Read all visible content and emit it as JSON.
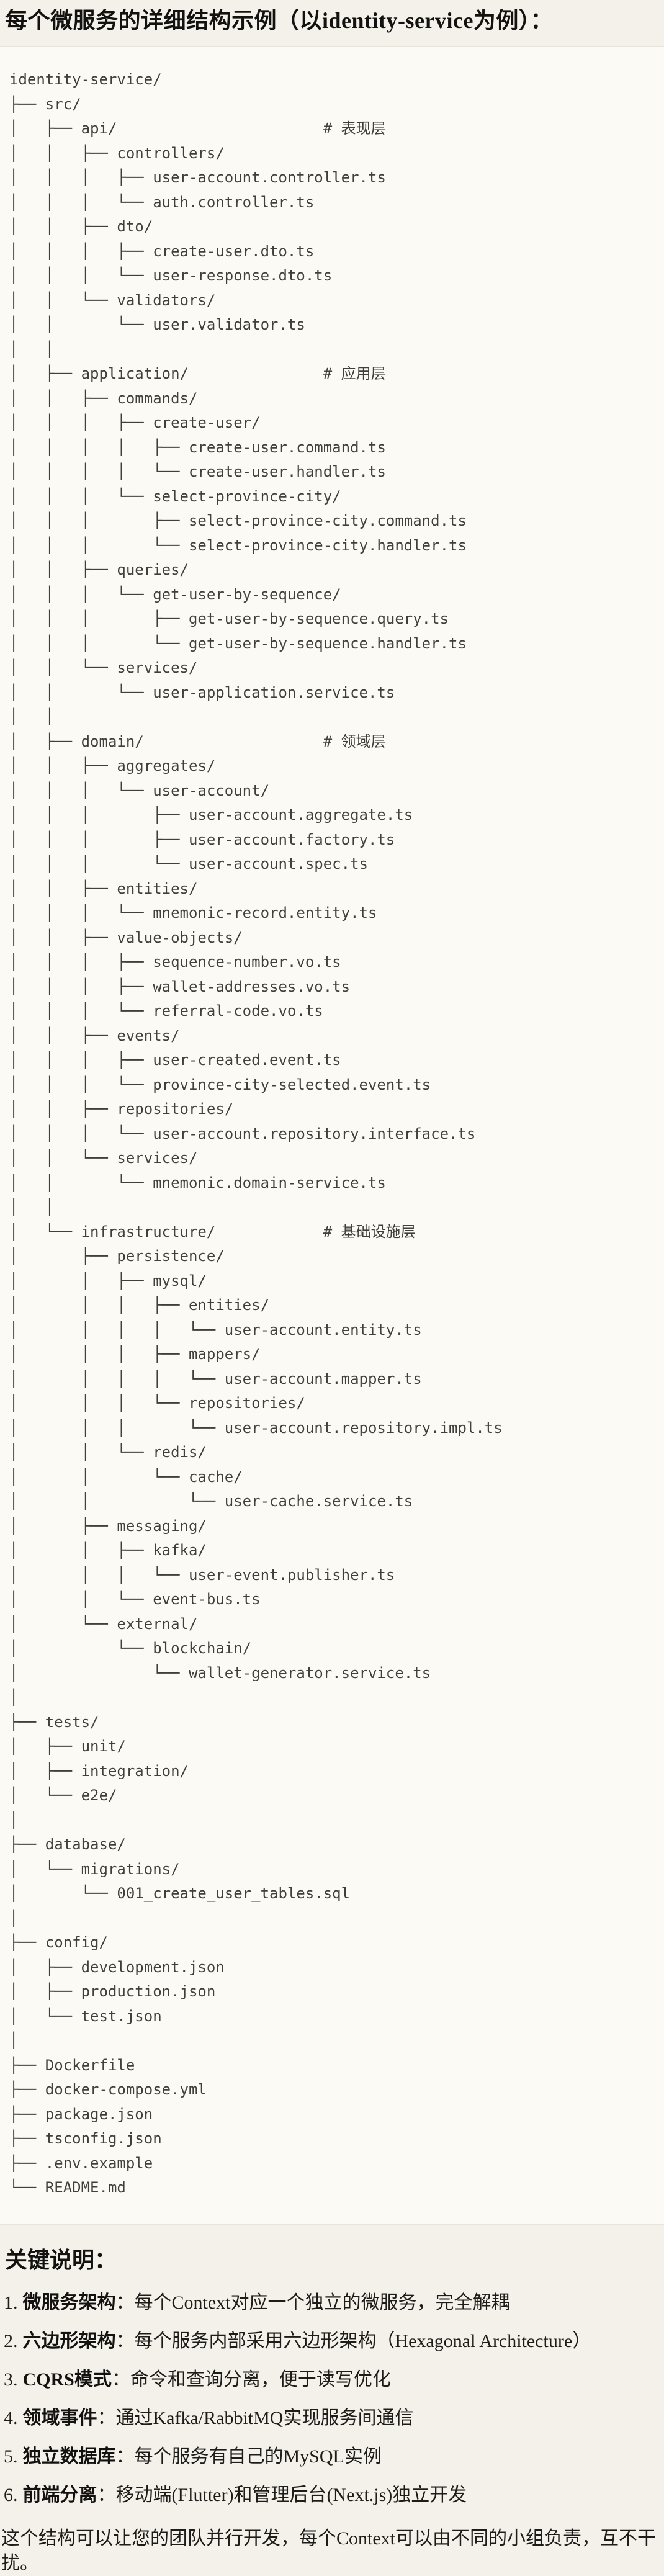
{
  "page": {
    "title": "每个微服务的详细结构示例（以identity-service为例）：",
    "section_heading": "关键说明："
  },
  "code_block": {
    "tree_text": "identity-service/\n├── src/\n│   ├── api/                       # 表现层\n│   │   ├── controllers/\n│   │   │   ├── user-account.controller.ts\n│   │   │   └── auth.controller.ts\n│   │   ├── dto/\n│   │   │   ├── create-user.dto.ts\n│   │   │   └── user-response.dto.ts\n│   │   └── validators/\n│   │       └── user.validator.ts\n│   │\n│   ├── application/               # 应用层\n│   │   ├── commands/\n│   │   │   ├── create-user/\n│   │   │   │   ├── create-user.command.ts\n│   │   │   │   └── create-user.handler.ts\n│   │   │   └── select-province-city/\n│   │   │       ├── select-province-city.command.ts\n│   │   │       └── select-province-city.handler.ts\n│   │   ├── queries/\n│   │   │   └── get-user-by-sequence/\n│   │   │       ├── get-user-by-sequence.query.ts\n│   │   │       └── get-user-by-sequence.handler.ts\n│   │   └── services/\n│   │       └── user-application.service.ts\n│   │\n│   ├── domain/                    # 领域层\n│   │   ├── aggregates/\n│   │   │   └── user-account/\n│   │   │       ├── user-account.aggregate.ts\n│   │   │       ├── user-account.factory.ts\n│   │   │       └── user-account.spec.ts\n│   │   ├── entities/\n│   │   │   └── mnemonic-record.entity.ts\n│   │   ├── value-objects/\n│   │   │   ├── sequence-number.vo.ts\n│   │   │   ├── wallet-addresses.vo.ts\n│   │   │   └── referral-code.vo.ts\n│   │   ├── events/\n│   │   │   ├── user-created.event.ts\n│   │   │   └── province-city-selected.event.ts\n│   │   ├── repositories/\n│   │   │   └── user-account.repository.interface.ts\n│   │   └── services/\n│   │       └── mnemonic.domain-service.ts\n│   │\n│   └── infrastructure/            # 基础设施层\n│       ├── persistence/\n│       │   ├── mysql/\n│       │   │   ├── entities/\n│       │   │   │   └── user-account.entity.ts\n│       │   │   ├── mappers/\n│       │   │   │   └── user-account.mapper.ts\n│       │   │   └── repositories/\n│       │   │       └── user-account.repository.impl.ts\n│       │   └── redis/\n│       │       └── cache/\n│       │           └── user-cache.service.ts\n│       ├── messaging/\n│       │   ├── kafka/\n│       │   │   └── user-event.publisher.ts\n│       │   └── event-bus.ts\n│       └── external/\n│           └── blockchain/\n│               └── wallet-generator.service.ts\n│\n├── tests/\n│   ├── unit/\n│   ├── integration/\n│   └── e2e/\n│\n├── database/\n│   └── migrations/\n│       └── 001_create_user_tables.sql\n│\n├── config/\n│   ├── development.json\n│   ├── production.json\n│   └── test.json\n│\n├── Dockerfile\n├── docker-compose.yml\n├── package.json\n├── tsconfig.json\n├── .env.example\n└── README.md"
  },
  "notes": {
    "items": [
      {
        "num": "1.",
        "term": "微服务架构",
        "text": "：每个Context对应一个独立的微服务，完全解耦"
      },
      {
        "num": "2.",
        "term": "六边形架构",
        "text": "：每个服务内部采用六边形架构（Hexagonal Architecture）"
      },
      {
        "num": "3.",
        "term": "CQRS模式",
        "text": "：命令和查询分离，便于读写优化"
      },
      {
        "num": "4.",
        "term": "领域事件",
        "text": "：通过Kafka/RabbitMQ实现服务间通信"
      },
      {
        "num": "5.",
        "term": "独立数据库",
        "text": "：每个服务有自己的MySQL实例"
      },
      {
        "num": "6.",
        "term": "前端分离",
        "text": "：移动端(Flutter)和管理后台(Next.js)独立开发"
      }
    ],
    "closing": "这个结构可以让您的团队并行开发，每个Context可以由不同的小组负责，互不干扰。"
  }
}
